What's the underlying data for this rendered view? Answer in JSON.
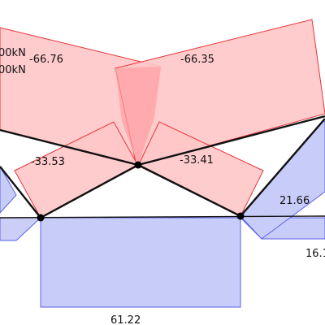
{
  "diagram": {
    "type": "truss-force-diagram",
    "colors": {
      "compression_fill": "#ffc6c8",
      "compression_stroke": "#e8343c",
      "compression_overlap": "#ff9ea2",
      "tension_fill": "#c8ccf8",
      "tension_stroke": "#5a62e6",
      "member": "#111111",
      "node": "#000000"
    },
    "load_labels": [
      "00kN",
      "00kN"
    ],
    "member_forces": [
      {
        "member": "top-left",
        "value": "-66.76",
        "kind": "compression"
      },
      {
        "member": "top-right",
        "value": "-66.35",
        "kind": "compression"
      },
      {
        "member": "inner-left",
        "value": "-33.53",
        "kind": "compression"
      },
      {
        "member": "inner-right",
        "value": "-33.41",
        "kind": "compression"
      },
      {
        "member": "right-diagonal",
        "value": "21.66",
        "kind": "tension"
      },
      {
        "member": "bottom-chord",
        "value": "61.22",
        "kind": "tension"
      },
      {
        "member": "right-chord",
        "value": "16.1",
        "kind": "tension"
      }
    ]
  }
}
